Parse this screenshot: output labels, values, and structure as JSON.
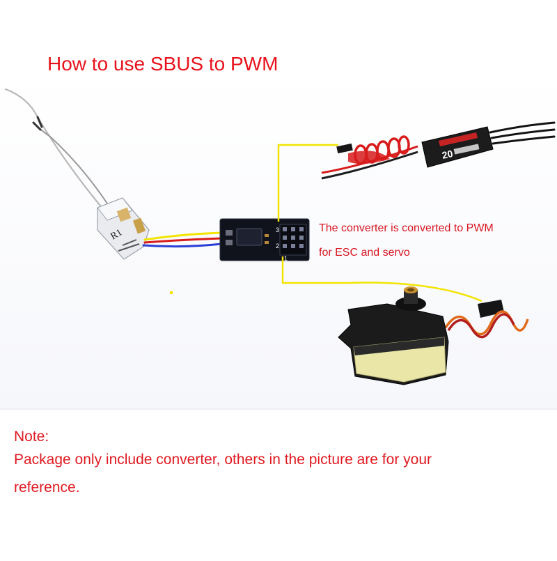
{
  "title": "How to use SBUS to PWM",
  "callout": {
    "line1": "The converter is converted to PWM",
    "line2": "for ESC and servo"
  },
  "note": {
    "heading": "Note:",
    "line1": "Package only include converter, others in the picture are for your",
    "line2": "reference."
  },
  "board": {
    "pin_labels": [
      "3",
      "2",
      "1"
    ]
  },
  "colors": {
    "text_red": "#e8121c",
    "wire_yellow": "#f2e400",
    "wire_red": "#d81b1b",
    "wire_blue": "#2b3fd6",
    "board": "#10131c",
    "servo_body": "#1b1b1b",
    "servo_band": "#e9e6a8",
    "esc_sleeve": "#1c1c1c"
  },
  "icons": [
    "receiver-icon",
    "converter-board-icon",
    "esc-icon",
    "servo-icon"
  ]
}
